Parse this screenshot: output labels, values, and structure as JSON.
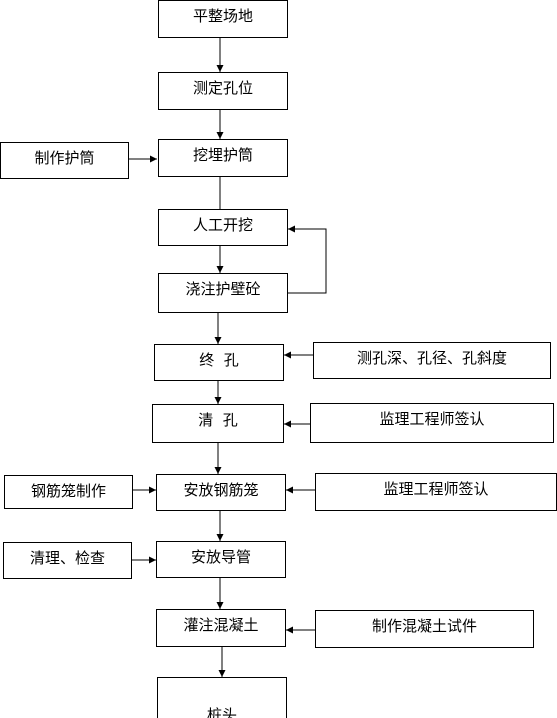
{
  "main_flow": [
    {
      "id": "level",
      "label": "平整场地"
    },
    {
      "id": "measure",
      "label": "测定孔位"
    },
    {
      "id": "bury",
      "label": "挖埋护筒"
    },
    {
      "id": "dig",
      "label": "人工开挖"
    },
    {
      "id": "pour-wall",
      "label": "浇注护壁砼"
    },
    {
      "id": "final-hole",
      "label": "终  孔"
    },
    {
      "id": "clean-hole",
      "label": "清  孔"
    },
    {
      "id": "place-cage",
      "label": "安放钢筋笼"
    },
    {
      "id": "place-pipe",
      "label": "安放导管"
    },
    {
      "id": "pour-concrete",
      "label": "灌注混凝土"
    },
    {
      "id": "pile-head",
      "label": "桩头"
    }
  ],
  "side_inputs": [
    {
      "id": "make-casing",
      "label": "制作护筒"
    },
    {
      "id": "measure-depth",
      "label": "测孔深、孔径、孔斜度"
    },
    {
      "id": "supervisor-sign-1",
      "label": "监理工程师签认"
    },
    {
      "id": "make-cage",
      "label": "钢筋笼制作"
    },
    {
      "id": "supervisor-sign-2",
      "label": "监理工程师签认"
    },
    {
      "id": "clean-check",
      "label": "清理、检查"
    },
    {
      "id": "make-specimen",
      "label": "制作混凝土试件"
    }
  ]
}
